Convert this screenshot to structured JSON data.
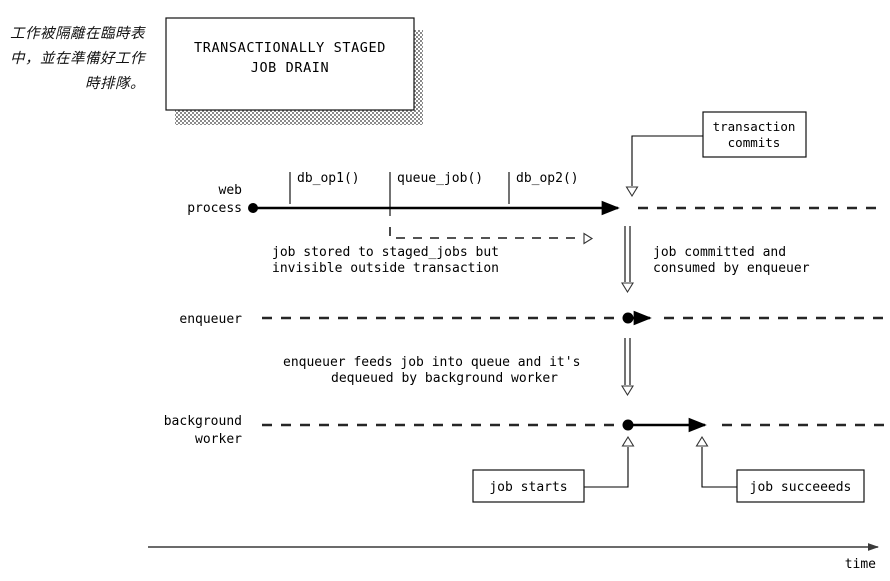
{
  "caption": {
    "text": "工作被隔離在臨時表中，並在準備好工作時排隊。"
  },
  "title_box": {
    "line1": "TRANSACTIONALLY STAGED",
    "line2": "JOB DRAIN"
  },
  "lanes": [
    {
      "id": "web-process",
      "label_line1": "web",
      "label_line2": "process"
    },
    {
      "id": "enqueuer",
      "label_line1": "enqueuer",
      "label_line2": ""
    },
    {
      "id": "background-worker",
      "label_line1": "background",
      "label_line2": "worker"
    }
  ],
  "web_process_events": [
    {
      "label": "db_op1()"
    },
    {
      "label": "queue_job()"
    },
    {
      "label": "db_op2()"
    }
  ],
  "callouts": [
    {
      "id": "transaction-commits",
      "line1": "transaction",
      "line2": "commits"
    },
    {
      "id": "job-starts",
      "line1": "job starts",
      "line2": ""
    },
    {
      "id": "job-succeeds",
      "line1": "job succeeeds",
      "line2": ""
    }
  ],
  "annotations": [
    {
      "id": "staged-jobs-note",
      "line1": "job stored to staged_jobs but",
      "line2": "invisible outside transaction"
    },
    {
      "id": "committed-note",
      "line1": "job committed and",
      "line2": "consumed by enqueuer"
    },
    {
      "id": "enqueuer-note",
      "line1": "enqueuer feeds job into queue and it's",
      "line2": "dequeued by background worker"
    }
  ],
  "axis": {
    "label": "time"
  },
  "colors": {
    "ink": "#000000",
    "dash": "#262626",
    "axis": "#3a3a3a",
    "box_fill": "#ffffff",
    "shadow": "#8a8a8a"
  }
}
